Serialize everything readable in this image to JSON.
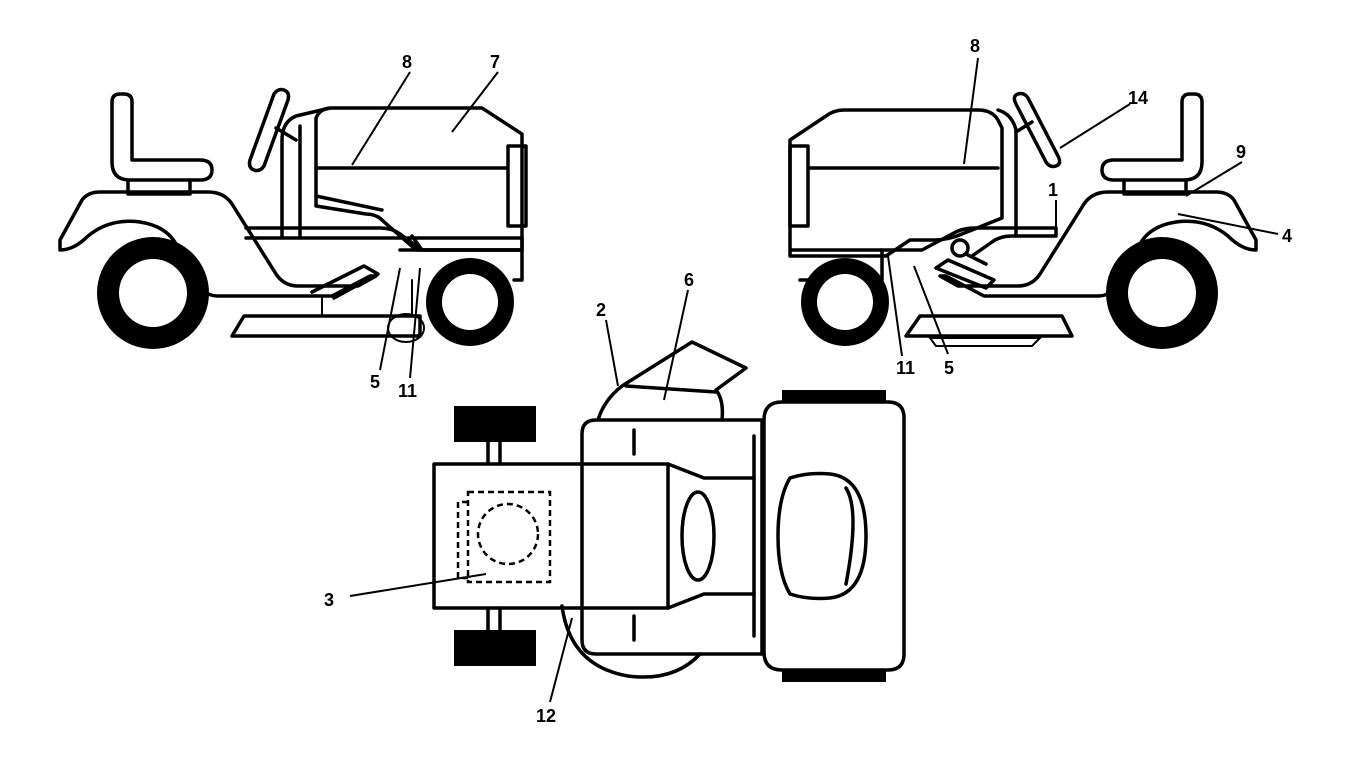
{
  "callouts": {
    "c1": "1",
    "c2": "2",
    "c3": "3",
    "c4": "4",
    "c5_left": "5",
    "c5_right": "5",
    "c6": "6",
    "c7": "7",
    "c8_left": "8",
    "c8_right": "8",
    "c9": "9",
    "c11_left": "11",
    "c11_right": "11",
    "c12": "12",
    "c14": "14"
  },
  "colors": {
    "ink": "#000000",
    "background": "#ffffff"
  }
}
